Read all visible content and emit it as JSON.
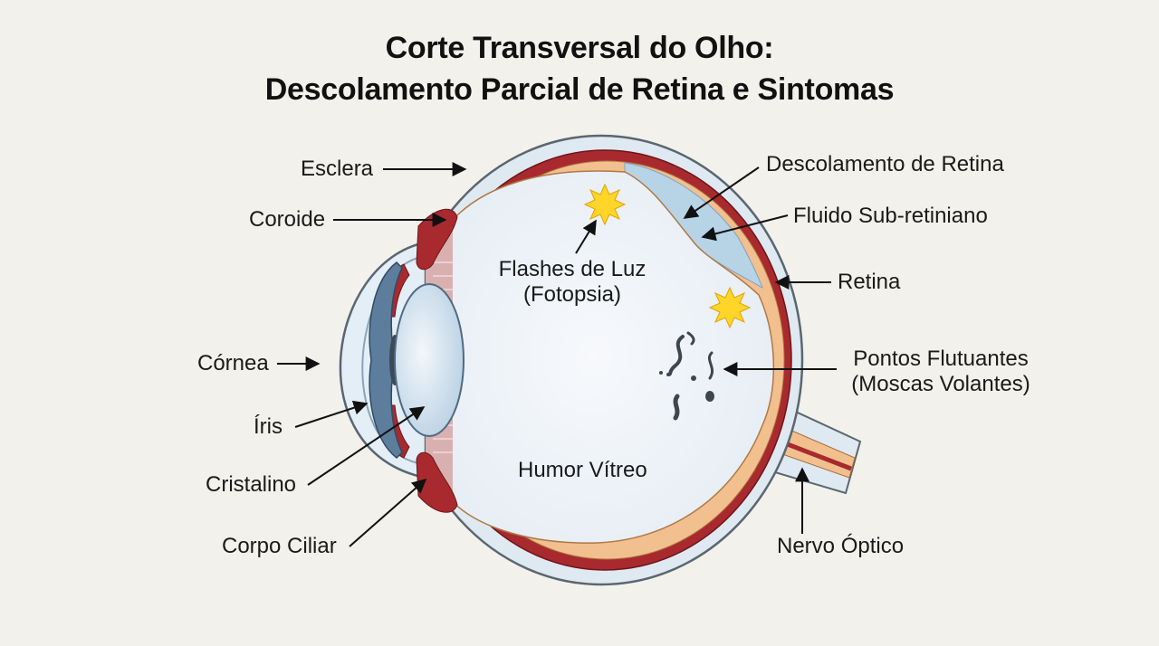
{
  "title": {
    "line1": "Corte Transversal do Olho:",
    "line2": "Descolamento Parcial de Retina e Sintomas"
  },
  "labels": {
    "esclera": "Esclera",
    "coroide": "Coroide",
    "cornea": "Córnea",
    "iris": "Íris",
    "cristalino": "Cristalino",
    "corpo_ciliar": "Corpo Ciliar",
    "descolamento": "Descolamento de Retina",
    "fluido": "Fluido Sub-retiniano",
    "retina": "Retina",
    "pontos_line1": "Pontos Flutuantes",
    "pontos_line2": "(Moscas Volantes)",
    "nervo": "Nervo Óptico",
    "flashes_line1": "Flashes de Luz",
    "flashes_line2": "(Fotopsia)",
    "humor": "Humor Vítreo"
  },
  "colors": {
    "background": "#f3f1ec",
    "sclera": "#dfe9f1",
    "choroid": "#a82a2e",
    "retina": "#f1c08e",
    "vitreous": "#eef3f8",
    "subretinal_fluid": "#b7d3e6",
    "lens": "#c9dcec",
    "iris": "#5d7d9c",
    "flash": "#ffd52a"
  },
  "icons": [
    "flash-star-icon",
    "floater-icon",
    "arrow-icon"
  ]
}
